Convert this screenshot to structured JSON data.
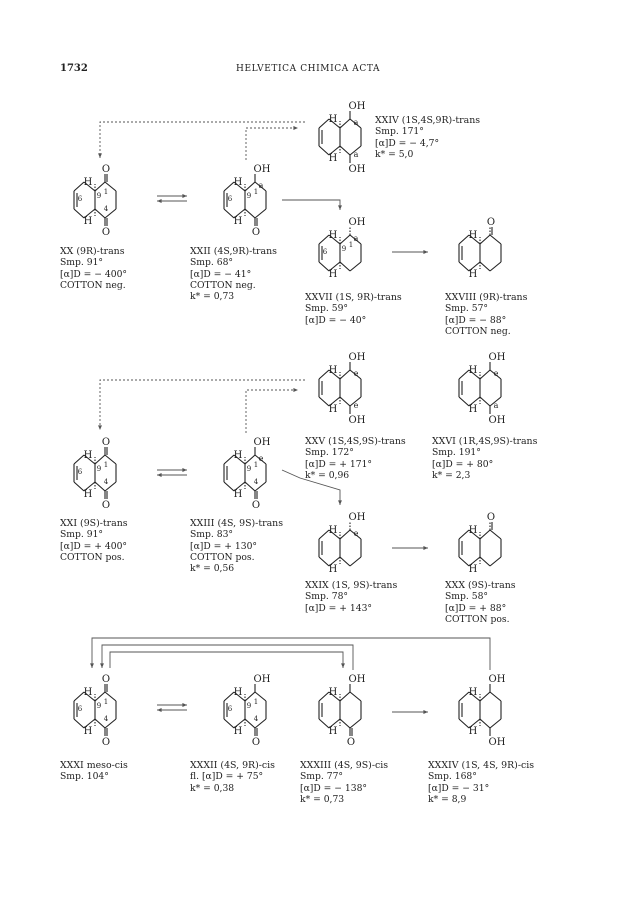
{
  "header": {
    "page_number": "1732",
    "journal": "HELVETICA CHIMICA ACTA"
  },
  "compounds": {
    "c24": {
      "name": "XXIV (1S,4S,9R)-trans",
      "l1": "Smp. 171°",
      "l2": "[α]D = − 4,7°",
      "l3": "k* = 5,0",
      "l4": ""
    },
    "c20": {
      "name": "XX (9R)-trans",
      "l1": "Smp. 91°",
      "l2": "[α]D = − 400°",
      "l3": "COTTON neg.",
      "l4": ""
    },
    "c22": {
      "name": "XXII (4S,9R)-trans",
      "l1": "Smp. 68°",
      "l2": "[α]D = − 41°",
      "l3": "COTTON neg.",
      "l4": "k* = 0,73"
    },
    "c27": {
      "name": "XXVII (1S, 9R)-trans",
      "l1": "Smp. 59°",
      "l2": "[α]D = − 40°",
      "l3": "",
      "l4": ""
    },
    "c28": {
      "name": "XXVIII (9R)-trans",
      "l1": "Smp. 57°",
      "l2": "[α]D = − 88°",
      "l3": "COTTON neg.",
      "l4": ""
    },
    "c25": {
      "name": "XXV (1S,4S,9S)-trans",
      "l1": "Smp. 172°",
      "l2": "[α]D = + 171°",
      "l3": "k* = 0,96",
      "l4": ""
    },
    "c26": {
      "name": "XXVI (1R,4S,9S)-trans",
      "l1": "Smp. 191°",
      "l2": "[α]D = + 80°",
      "l3": "k* = 2,3",
      "l4": ""
    },
    "c21": {
      "name": "XXI (9S)-trans",
      "l1": "Smp. 91°",
      "l2": "[α]D = + 400°",
      "l3": "COTTON pos.",
      "l4": ""
    },
    "c23": {
      "name": "XXIII (4S, 9S)-trans",
      "l1": "Smp. 83°",
      "l2": "[α]D = + 130°",
      "l3": "COTTON pos.",
      "l4": "k* = 0,56"
    },
    "c29": {
      "name": "XXIX (1S, 9S)-trans",
      "l1": "Smp. 78°",
      "l2": "[α]D = + 143°",
      "l3": "",
      "l4": ""
    },
    "c30": {
      "name": "XXX (9S)-trans",
      "l1": "Smp. 58°",
      "l2": "[α]D = + 88°",
      "l3": "COTTON pos.",
      "l4": ""
    },
    "c31": {
      "name": "XXXI meso-cis",
      "l1": "Smp. 104°",
      "l2": "",
      "l3": "",
      "l4": ""
    },
    "c32": {
      "name": "XXXII (4S, 9R)-cis",
      "l1": "fl. [α]D = + 75°",
      "l2": "k* = 0,38",
      "l3": "",
      "l4": ""
    },
    "c33": {
      "name": "XXXIII (4S, 9S)-cis",
      "l1": "Smp. 77°",
      "l2": "[α]D = − 138°",
      "l3": "k* = 0,73",
      "l4": ""
    },
    "c34": {
      "name": "XXXIV (1S, 4S, 9R)-cis",
      "l1": "Smp. 168°",
      "l2": "[α]D = − 31°",
      "l3": "k* = 8,9",
      "l4": ""
    }
  },
  "atom_labels": {
    "H": "H",
    "O": "O",
    "OH": "OH",
    "a": "a",
    "e": "e",
    "n1": "1",
    "n4": "4",
    "n6": "6",
    "n9": "9"
  },
  "palette": {
    "ink": "#222222",
    "arrow": "#555555"
  }
}
